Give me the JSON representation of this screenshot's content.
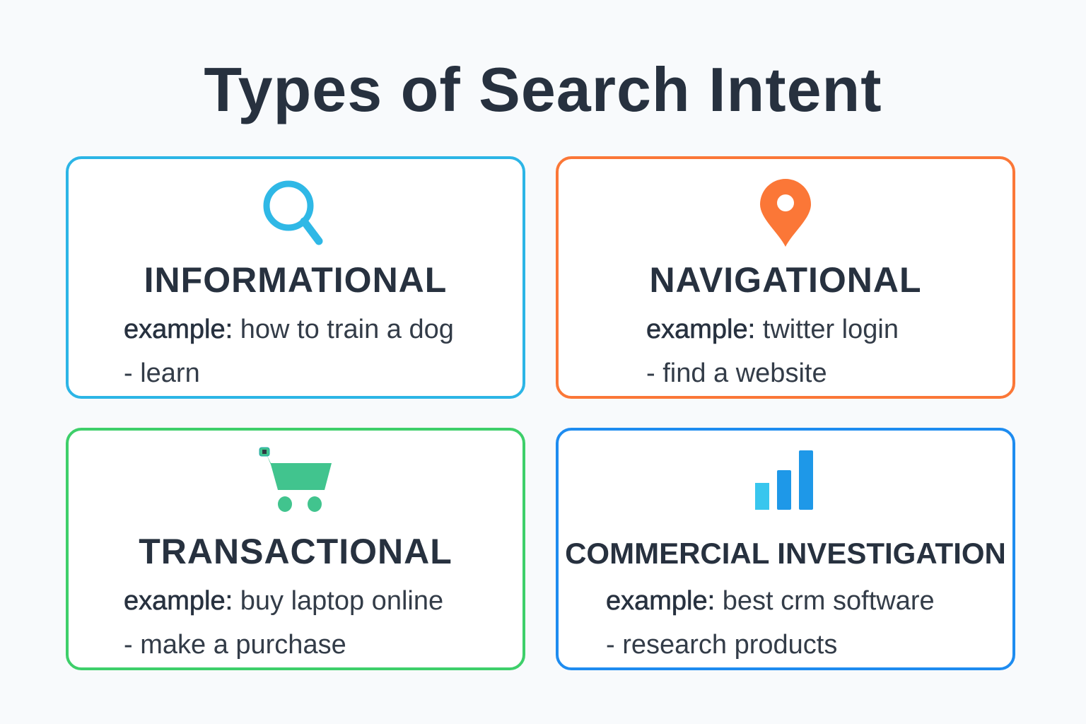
{
  "title": "Types of Search Intent",
  "example_label": "example:",
  "cards": [
    {
      "heading": "INFORMATIONAL",
      "example": "how to train a dog",
      "goal": "- learn",
      "icon": "magnifier-icon",
      "color": "#2cb5e6"
    },
    {
      "heading": "NAVIGATIONAL",
      "example": "twitter login",
      "goal": "- find a website",
      "icon": "map-pin-icon",
      "color": "#fb7737"
    },
    {
      "heading": "TRANSACTIONAL",
      "example": "buy laptop online",
      "goal": "- make a purchase",
      "icon": "shopping-cart-icon",
      "color": "#3ecf6a"
    },
    {
      "heading": "COMMERCIAL INVESTIGATION",
      "example": "best crm software",
      "goal": "- research products",
      "icon": "bar-chart-icon",
      "color": "#1e8cf0"
    }
  ]
}
